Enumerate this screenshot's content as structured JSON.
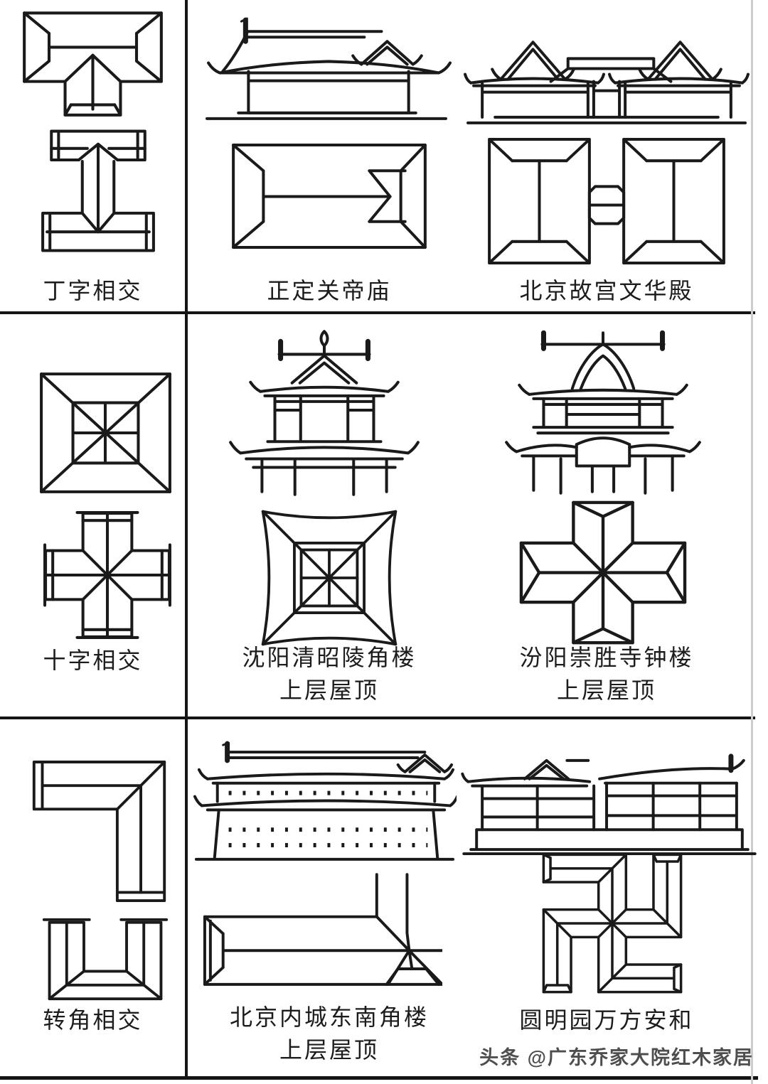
{
  "page": {
    "background": "#ffffff",
    "ink": "#1a1a1a",
    "grid_line": "#141414",
    "edge_line": "#cccccc"
  },
  "table": {
    "rows": [
      {
        "type_label": "丁字相交",
        "examples": [
          {
            "lines": [
              "正定关帝庙"
            ]
          },
          {
            "lines": [
              "北京故宫文华殿"
            ]
          }
        ]
      },
      {
        "type_label": "十字相交",
        "examples": [
          {
            "lines": [
              "沈阳清昭陵角楼",
              "上层屋顶"
            ]
          },
          {
            "lines": [
              "汾阳崇胜寺钟楼",
              "上层屋顶"
            ]
          }
        ]
      },
      {
        "type_label": "转角相交",
        "examples": [
          {
            "lines": [
              "北京内城东南角楼",
              "上层屋顶"
            ]
          },
          {
            "lines": [
              "圆明园万方安和"
            ]
          }
        ]
      }
    ]
  },
  "watermark": {
    "text": "头条 @广东乔家大院红木家居",
    "color": "#3f3f3f"
  }
}
